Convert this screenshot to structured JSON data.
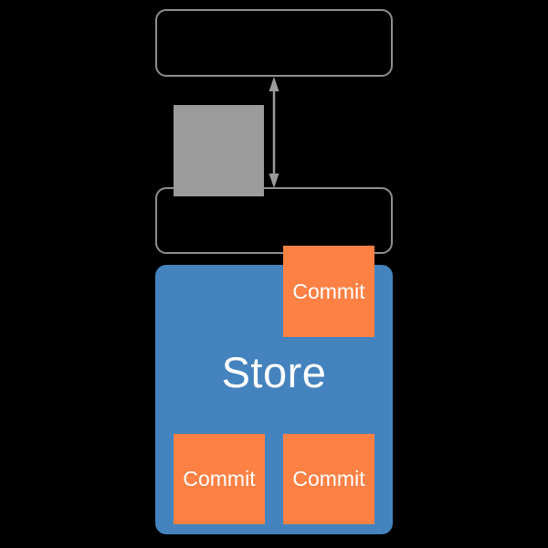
{
  "diagram": {
    "title": "store-commit-diagram",
    "top_box": {
      "label": ""
    },
    "middle_box": {
      "label": ""
    },
    "gray_square": {
      "label": ""
    },
    "arrow": {
      "direction": "bidirectional-vertical"
    },
    "store": {
      "label": "Store"
    },
    "commits": [
      {
        "label": "Commit",
        "position": "top-right"
      },
      {
        "label": "Commit",
        "position": "bottom-left"
      },
      {
        "label": "Commit",
        "position": "bottom-right"
      }
    ]
  },
  "colors": {
    "background": "#000000",
    "outline_gray": "#8f8f8f",
    "square_gray": "#9b9b9b",
    "store_blue": "#4583be",
    "commit_orange": "#fd8145",
    "text_white": "#ffffff"
  }
}
